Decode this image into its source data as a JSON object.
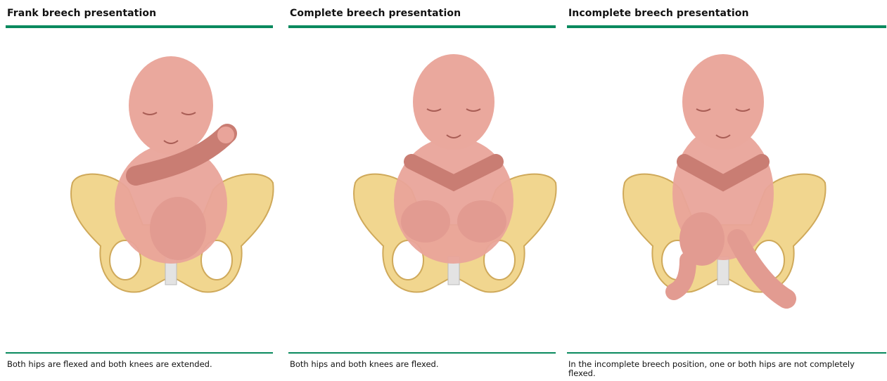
{
  "panels": [
    {
      "title": "Frank breech presentation",
      "caption": "Both hips are flexed and both knees are extended."
    },
    {
      "title": "Complete breech presentation",
      "caption": "Both hips and both knees are flexed."
    },
    {
      "title": "Incomplete breech presentation",
      "caption": "In the incomplete breech position, one or both hips are not completely flexed."
    }
  ],
  "colors": {
    "accent": "#0a8a5e",
    "pelvis": "#f1d68f",
    "pelvis_outline": "#cfa95a",
    "skin": "#e9a49a",
    "skin_shadow": "#c97d73"
  }
}
